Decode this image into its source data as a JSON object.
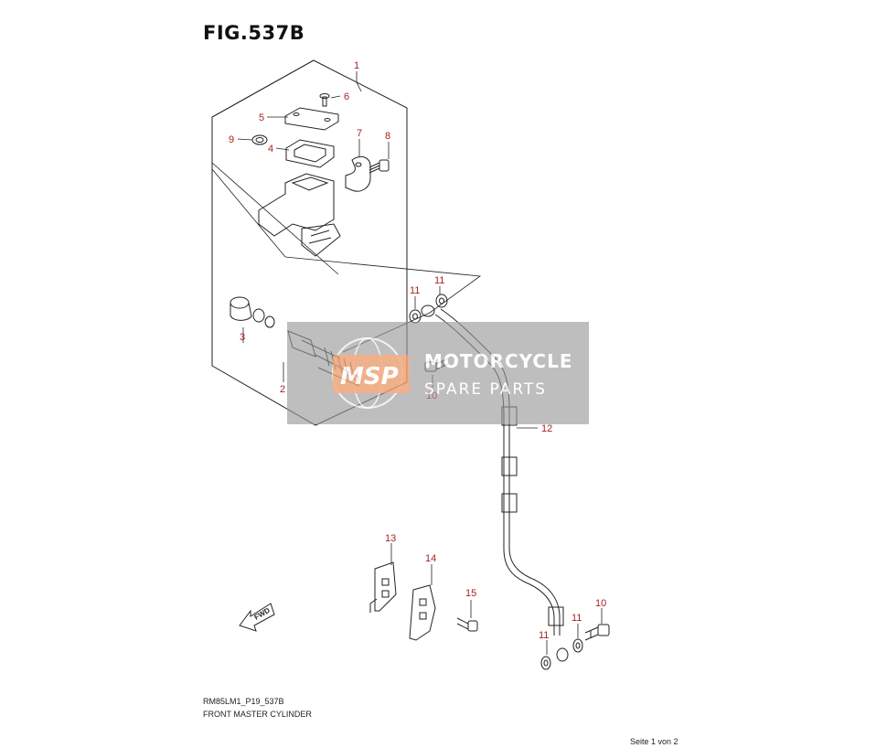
{
  "figure": {
    "title": "FIG.537B",
    "model_code": "RM85LM1_P19_537B",
    "caption": "FRONT MASTER CYLINDER",
    "page_indicator": "Seite 1 von 2"
  },
  "callouts": {
    "c1": "1",
    "c2": "2",
    "c3": "3",
    "c4": "4",
    "c5": "5",
    "c6": "6",
    "c7": "7",
    "c8": "8",
    "c9": "9",
    "c10a": "10",
    "c10b": "10",
    "c11a": "11",
    "c11b": "11",
    "c11c": "11",
    "c11d": "11",
    "c12": "12",
    "c13": "13",
    "c14": "14",
    "c15": "15"
  },
  "fwd_label": "FWD",
  "watermark": {
    "logo": "MSP",
    "line1": "MOTORCYCLE",
    "line2": "SPARE PARTS"
  },
  "colors": {
    "callout": "#a82222",
    "line": "#222222",
    "watermark_bg": "#9a9a9a",
    "watermark_logo": "#f2a271"
  }
}
